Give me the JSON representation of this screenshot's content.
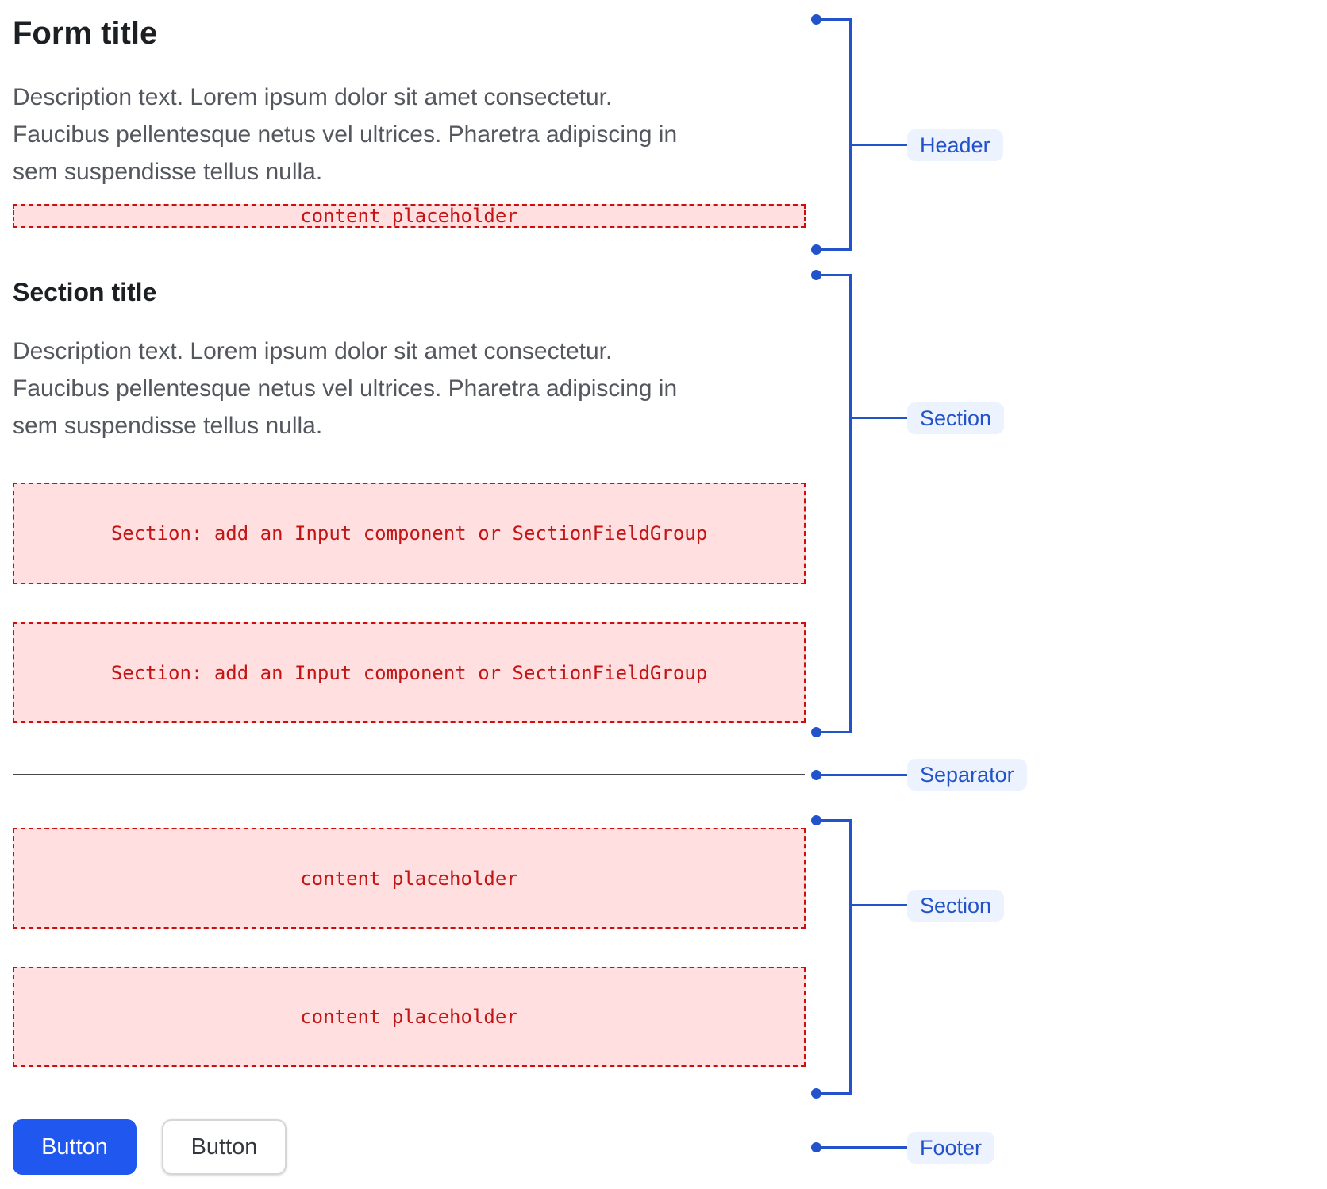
{
  "header": {
    "title": "Form title",
    "description": [
      "Description text. Lorem ipsum dolor sit amet consectetur.",
      "Faucibus pellentesque netus vel ultrices. Pharetra adipiscing in",
      "sem suspendisse tellus nulla."
    ]
  },
  "section": {
    "title": "Section title",
    "description": [
      "Description text. Lorem ipsum dolor sit amet consectetur.",
      "Faucibus pellentesque netus vel ultrices. Pharetra adipiscing in",
      "sem suspendisse tellus nulla."
    ]
  },
  "placeholders": {
    "content_placeholder": "content placeholder",
    "section_box": "Section: add an Input component or SectionFieldGroup"
  },
  "annotations": {
    "header": "Header",
    "section_top": "Section",
    "separator": "Separator",
    "section_bottom": "Section",
    "footer": "Footer"
  },
  "footer": {
    "primary_label": "Button",
    "secondary_label": "Button"
  },
  "colors": {
    "annotation_blue": "#2253cb",
    "annotation_pill_bg": "#ecf2fe",
    "placeholder_red_text": "#c31515",
    "placeholder_red_border": "#cb0f0f",
    "placeholder_pink_bg": "#ffdfdf",
    "primary_button_blue": "#2057ee",
    "title_color": "#1d2023",
    "description_gray": "#54575e",
    "separator_gray": "#45474b"
  }
}
